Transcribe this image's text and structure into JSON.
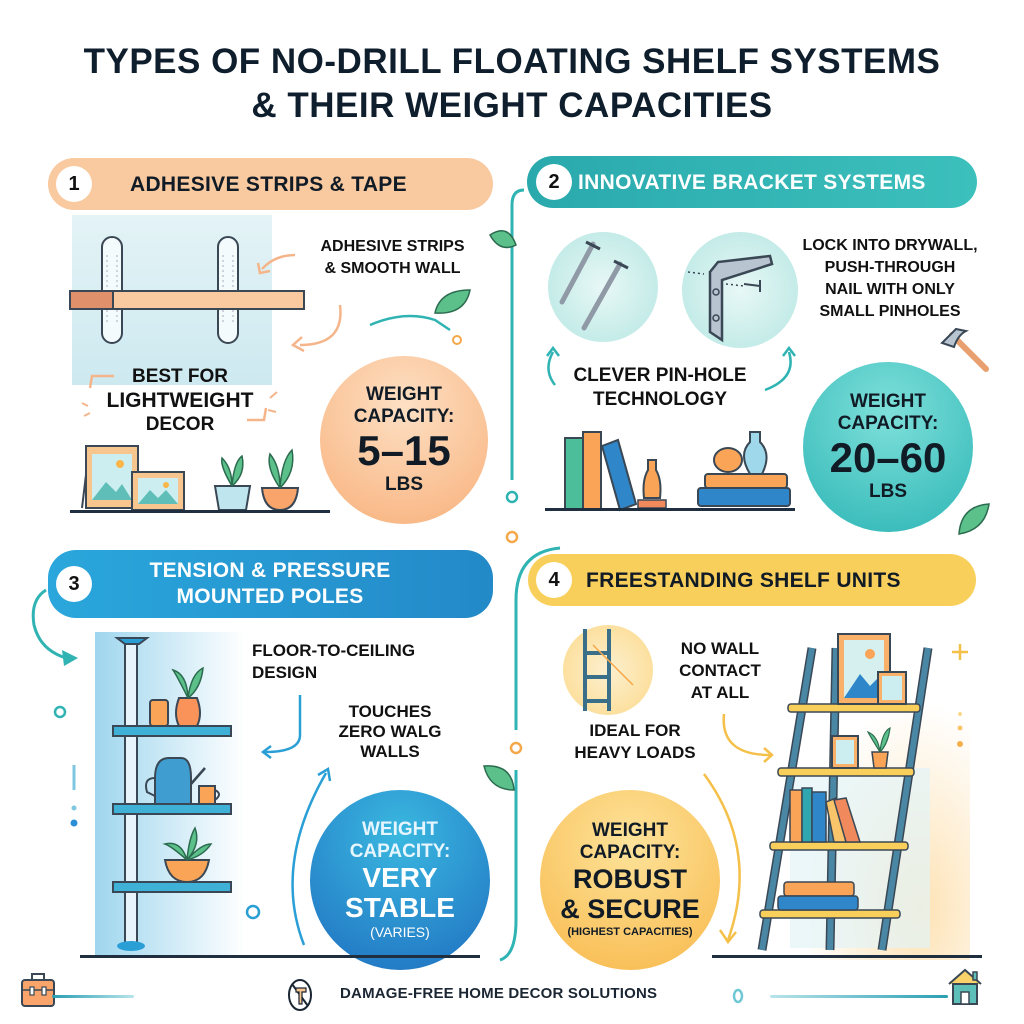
{
  "title": {
    "line1": "Types of No-Drill Floating Shelf Systems",
    "line2": "& Their Weight Capacities"
  },
  "sections": [
    {
      "number": "1",
      "heading": "Adhesive Strips & Tape",
      "color": "#f9c9a0",
      "callout": [
        "Adhesive Strips",
        "& Smooth Wall"
      ],
      "note": [
        "Best For",
        "Lightweight",
        "Decor"
      ],
      "capacity": {
        "label1": "Weight",
        "label2": "Capacity:",
        "value": "5–15",
        "unit": "LBS",
        "color": "#f9b38a"
      },
      "icons": [
        "adhesive-strip-icon",
        "shelf-icon",
        "picture-frame-icon",
        "potted-plant-icon"
      ]
    },
    {
      "number": "2",
      "heading": "Innovative Bracket Systems",
      "color": "#2fb3b3",
      "callout": [
        "Lock Into Drywall,",
        "Push-Through",
        "Nail With Only",
        "Small Pinholes"
      ],
      "note": [
        "Clever Pin-Hole",
        "Technology"
      ],
      "capacity": {
        "label1": "Weight",
        "label2": "Capacity:",
        "value": "20–60",
        "unit": "LBS",
        "color": "#5fd0cf"
      },
      "icons": [
        "nails-icon",
        "bracket-icon",
        "hammer-icon",
        "books-icon",
        "vase-icon"
      ]
    },
    {
      "number": "3",
      "heading_line1": "Tension & Pressure",
      "heading_line2": "Mounted Poles",
      "color": "#2a9fd6",
      "callout": [
        "Floor-to-Ceiling",
        "Design"
      ],
      "note": [
        "Touches",
        "Zero Walg",
        "Walls"
      ],
      "capacity": {
        "label1": "Weight",
        "label2": "Capacity:",
        "value1": "Very",
        "value2": "Stable",
        "unit": "(Varies)",
        "color": "#2a8fd6"
      },
      "icons": [
        "tension-pole-icon",
        "jar-icon",
        "vase-icon",
        "teapot-icon",
        "cup-icon",
        "plant-bowl-icon"
      ]
    },
    {
      "number": "4",
      "heading": "Freestanding Shelf Units",
      "color": "#f9cf5c",
      "callout": [
        "No Wall",
        "Contact",
        "At All"
      ],
      "note": [
        "Ideal For",
        "Heavy Loads"
      ],
      "capacity": {
        "label1": "Weight",
        "label2": "Capacity:",
        "value1": "Robust",
        "value2": "& Secure",
        "unit": "(Highest Capacities)",
        "color": "#fbc35a"
      },
      "icons": [
        "ladder-icon",
        "ladder-shelf-icon",
        "picture-frame-icon",
        "books-icon",
        "potted-plant-icon"
      ]
    }
  ],
  "footer": {
    "text": "Damage-Free Home Decor Solutions",
    "icons": [
      "toolbox-icon",
      "no-drill-icon",
      "house-icon"
    ]
  }
}
